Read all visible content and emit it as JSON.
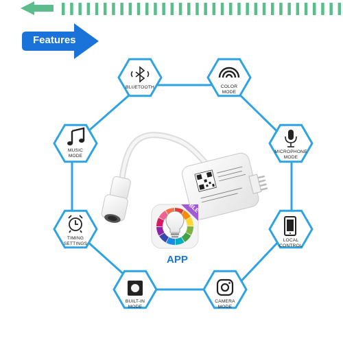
{
  "banner": {
    "title": "Features",
    "colors": {
      "accent": "#1a73d9",
      "stripe": "#5bbd8c",
      "ring": "#2ea3e3"
    }
  },
  "features": [
    {
      "id": "bluetooth",
      "label": "BLUETOOTH",
      "icon": "bluetooth-icon"
    },
    {
      "id": "color-mode",
      "label": "COLOR\nMODE",
      "icon": "signal-arc-icon"
    },
    {
      "id": "microphone-mode",
      "label": "MICROPHONE\nMODE",
      "icon": "microphone-icon"
    },
    {
      "id": "local-control",
      "label": "LOCAL\nCONTROL",
      "icon": "smartphone-icon"
    },
    {
      "id": "camera-mode",
      "label": "CAMERA\nMODE",
      "icon": "camera-icon"
    },
    {
      "id": "built-in-mode",
      "label": "BUILT-IN\nMODE",
      "icon": "square-button-icon"
    },
    {
      "id": "timing-settings",
      "label": "TIMING\nSETTINGS",
      "icon": "alarm-clock-icon"
    },
    {
      "id": "music-mode",
      "label": "MUSIC\nMODE",
      "icon": "music-note-icon"
    }
  ],
  "app": {
    "label": "APP",
    "badge": "BLE"
  }
}
